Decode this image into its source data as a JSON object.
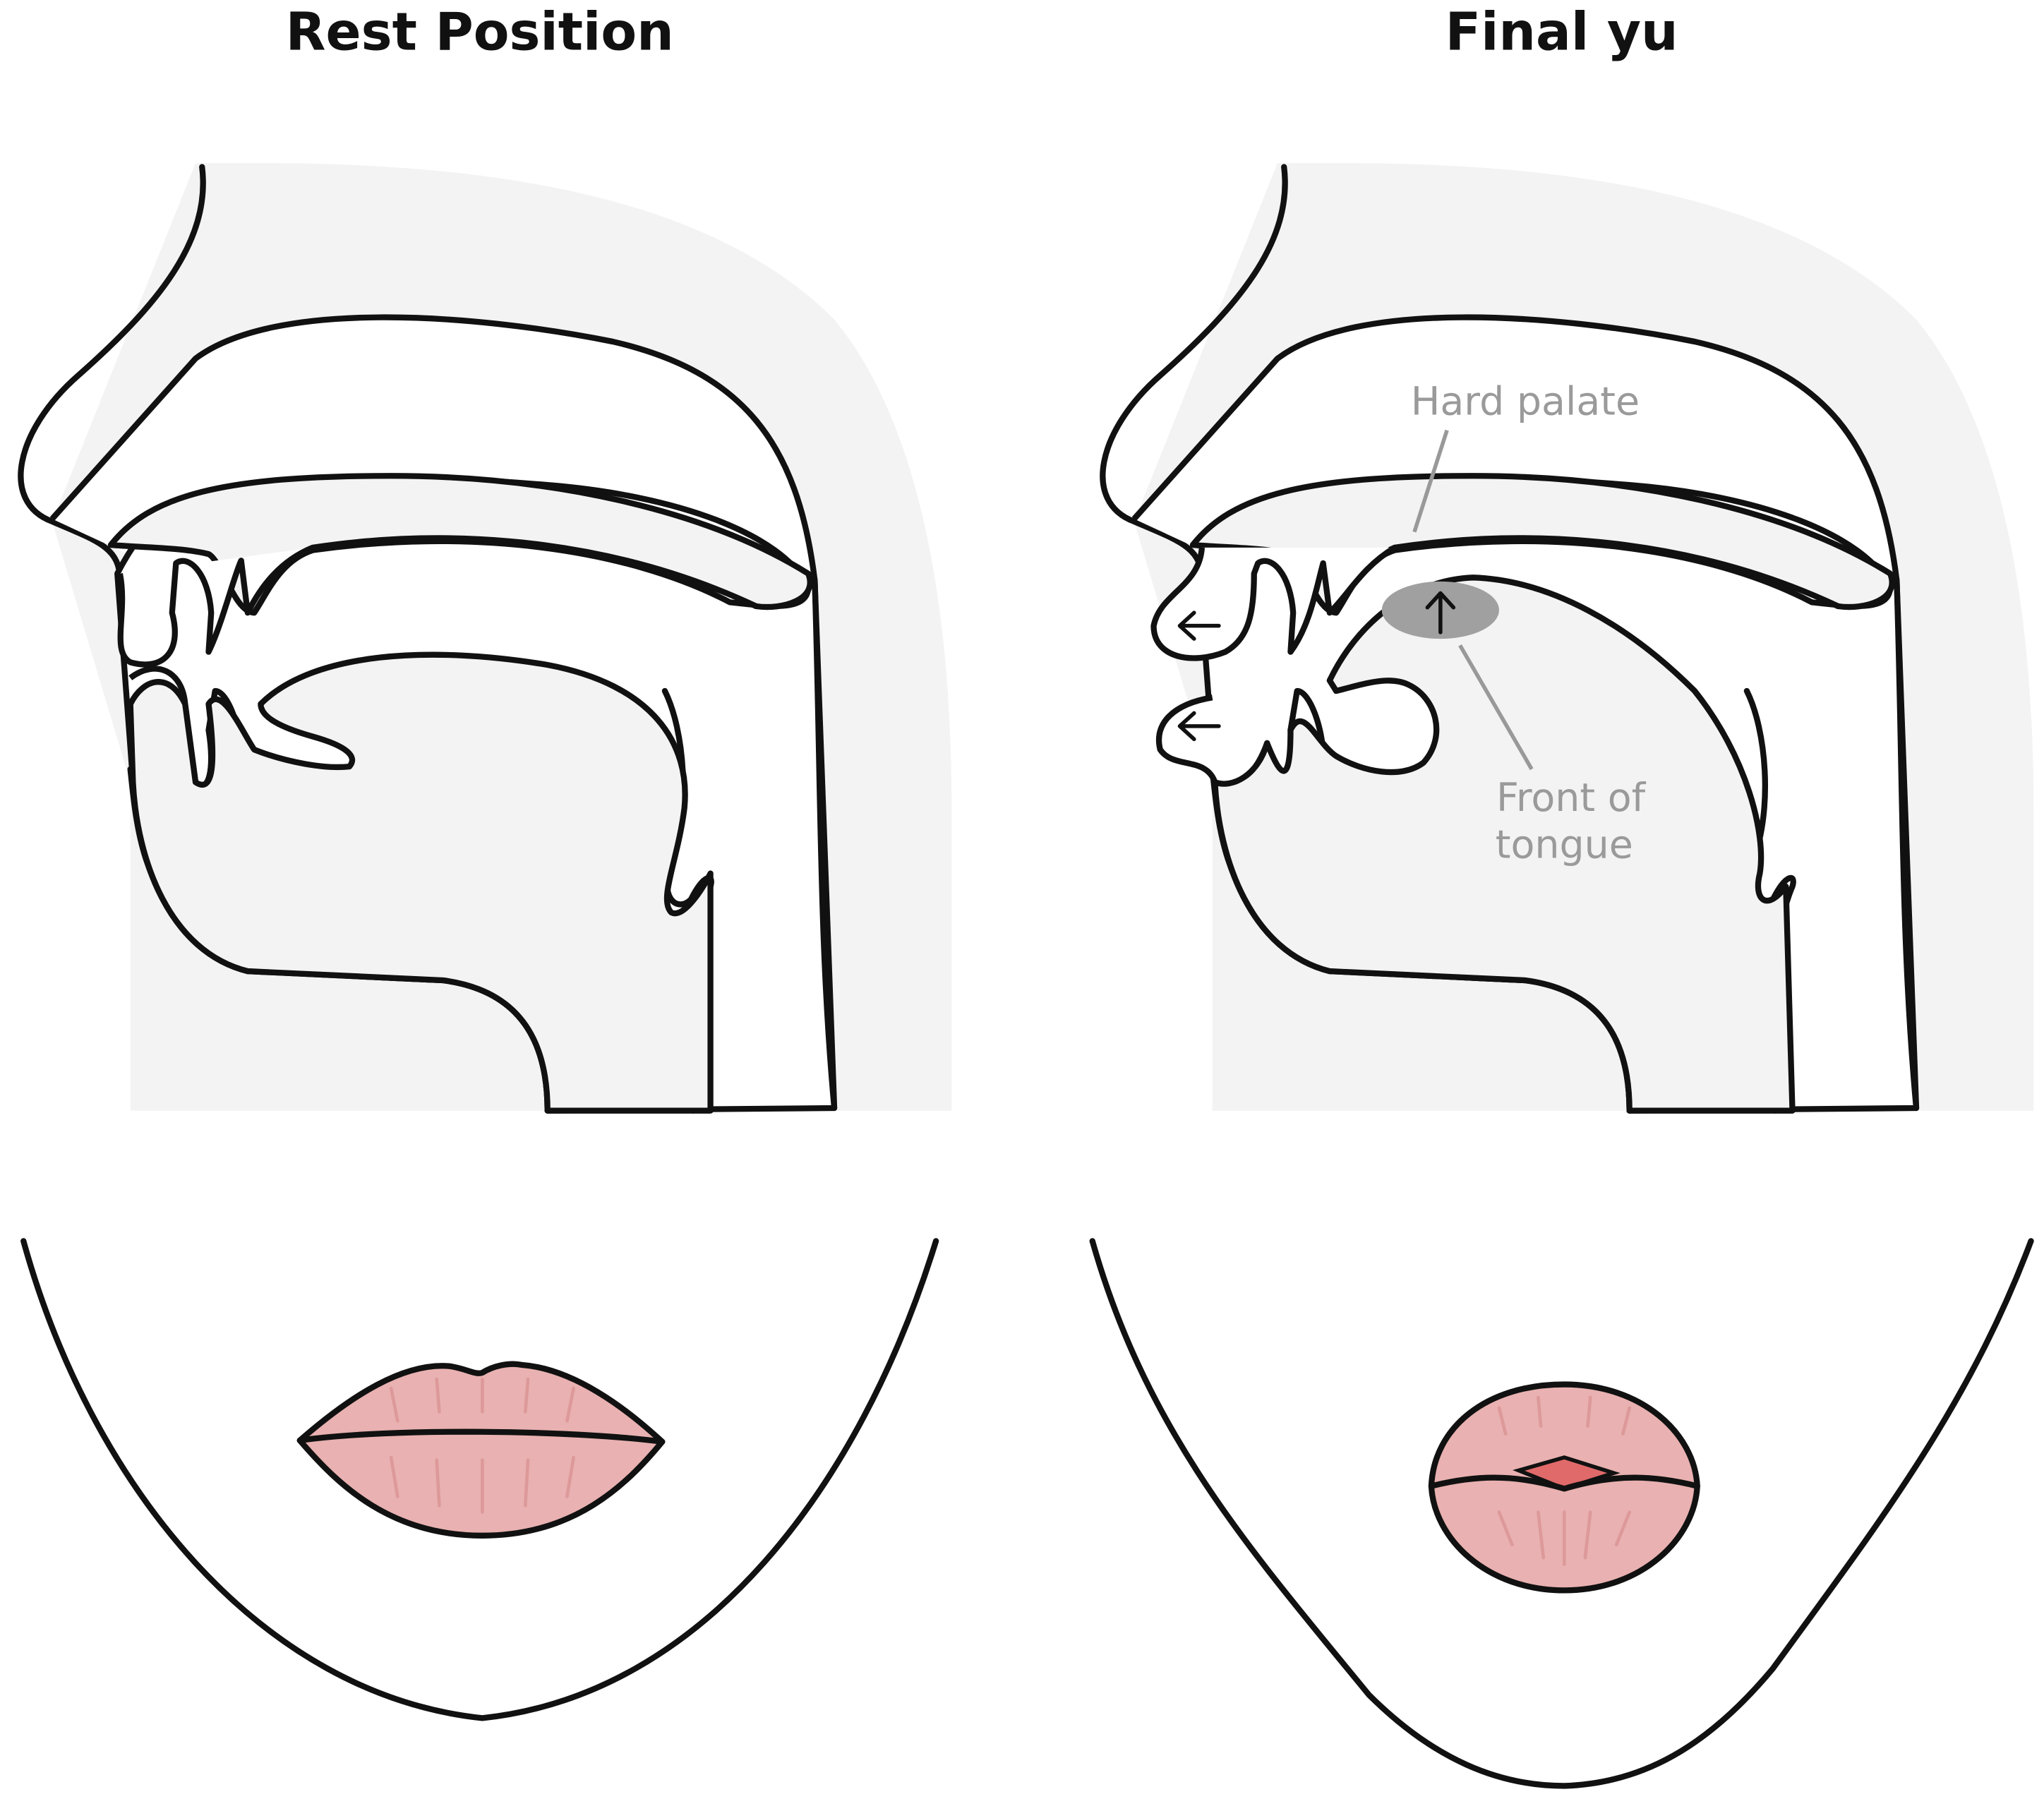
{
  "panels": [
    {
      "title": "Rest Position"
    },
    {
      "title": "Final yu",
      "labels": {
        "hard_palate": "Hard palate",
        "front_of_tongue_line1": "Front of",
        "front_of_tongue_line2": "tongue"
      }
    }
  ],
  "colors": {
    "tissue": "#f3f3f3",
    "lips": "#e9b1b1",
    "inner_mouth": "#e06a6a",
    "highlight": "#a0a0a0",
    "label": "#9a9a9a"
  }
}
